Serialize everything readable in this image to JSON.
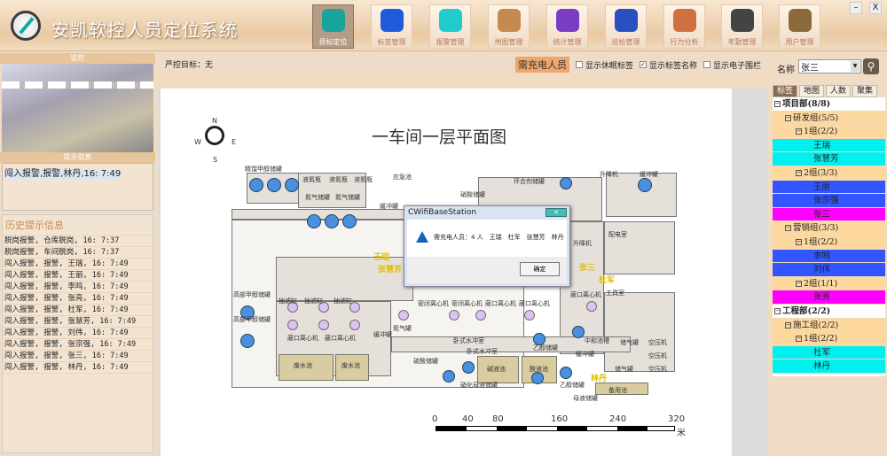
{
  "app": {
    "title": "安凯软控人员定位系统"
  },
  "nav": [
    {
      "label": "目标定位",
      "color": "#1aa39a"
    },
    {
      "label": "标签管理",
      "color": "#1e5bd8"
    },
    {
      "label": "报警管理",
      "color": "#2cc"
    },
    {
      "label": "地图管理",
      "color": "#c48a50"
    },
    {
      "label": "统计管理",
      "color": "#7a3cc4"
    },
    {
      "label": "巡检管理",
      "color": "#2a4fc0"
    },
    {
      "label": "行为分析",
      "color": "#d07040"
    },
    {
      "label": "考勤管理",
      "color": "#444"
    },
    {
      "label": "用户管理",
      "color": "#8a6a3a"
    }
  ],
  "window": {
    "min": "–",
    "close": "X"
  },
  "left": {
    "monitor_title": "监控",
    "tips_title": "提示信息",
    "tip": "闯入报警,报警,林丹,16: 7:49",
    "history_title": "历史提示信息",
    "history": [
      "脱岗报警, 仓库脱岗, 16: 7:37",
      "脱岗报警, 车间脱岗, 16: 7:37",
      "闯入报警, 报警, 王瑞, 16: 7:49",
      "闯入报警, 报警, 王丽, 16: 7:49",
      "闯入报警, 报警, 李鸣, 16: 7:49",
      "闯入报警, 报警, 张亮, 16: 7:49",
      "闯入报警, 报警, 杜军, 16: 7:49",
      "闯入报警, 报警, 张慧芳, 16: 7:49",
      "闯入报警, 报警, 刘伟, 16: 7:49",
      "闯入报警, 报警, 张宗强, 16: 7:49",
      "闯入报警, 报警, 张三, 16: 7:49",
      "闯入报警, 报警, 林丹, 16: 7:49"
    ]
  },
  "toolbar": {
    "target": "严控目标：无",
    "charge": "需充电人员",
    "opt1": "显示休眠标签",
    "opt2": "显示标签名称",
    "opt3": "显示电子围栏",
    "opt1_checked": false,
    "opt2_checked": true,
    "opt3_checked": false
  },
  "map": {
    "title": "一车间一层平面图",
    "compass": {
      "n": "N",
      "s": "S",
      "e": "E",
      "w": "W"
    },
    "labels": {
      "a": "精馏甲醇储罐",
      "b": "液氮瓶",
      "c": "液氮瓶",
      "d": "液氮瓶",
      "e": "氮气储罐",
      "f": "氮气储罐",
      "g": "应急池",
      "h": "硝酸储罐",
      "i": "环合剂储罐",
      "j": "升降机",
      "k": "缓冲罐",
      "l": "配电室",
      "m": "升降机",
      "n": "缓冲罐",
      "o": "抽滤缸",
      "p": "抽滤缸",
      "q": "抽滤缸",
      "r": "蔽口离心机",
      "s": "蔽口离心机",
      "t": "废水池",
      "u": "废水池",
      "v": "高部甲醇储罐",
      "w": "高部甲醇储罐",
      "x": "缓冲罐",
      "y": "氮气罐",
      "z": "密闭离心机",
      "aa": "密闭离心机",
      "ab": "蔽口离心机",
      "ac": "蔽口离心机",
      "ad": "蔽口离心机",
      "ae": "工具室",
      "af": "卧式水冲室",
      "ag": "卧式水冲室",
      "ah": "乙醇储罐",
      "ai": "中和池槽",
      "aj": "缓冲罐",
      "ak": "储气罐",
      "al": "空压机",
      "am": "空压机",
      "an": "储气罐",
      "ao": "空压机",
      "ap": "硫酸储罐",
      "aq": "硝化母液储罐",
      "ar": "碱液池",
      "as": "酸液池",
      "at": "乙醇储罐",
      "au": "母液储罐",
      "av": "备用池",
      "aw": "应急池",
      "ax": "缓冲罐"
    },
    "people": {
      "p1": "王瑞",
      "p2": "张慧芳",
      "p3": "张三",
      "p4": "杜军",
      "p5": "林丹"
    },
    "scale": {
      "ticks": [
        "0",
        "40",
        "80",
        "160",
        "240",
        "320"
      ],
      "unit": "米"
    }
  },
  "dialog": {
    "title": "CWifiBaseStation",
    "close": "✕",
    "message": "需充电人员：4 人　王瑞　杜军　张慧芳　林丹",
    "ok": "确定"
  },
  "right": {
    "name_label": "名称",
    "name_value": "张三",
    "search": "⚲",
    "tabs": [
      "标签",
      "地图",
      "人数",
      "聚集"
    ],
    "tree": [
      {
        "t": "项目部(8/8)",
        "lv": 0,
        "c": "#fff",
        "g": 1
      },
      {
        "t": "研发组(5/5)",
        "lv": 1,
        "c": "#fdd9a0",
        "g": 1
      },
      {
        "t": "1组(2/2)",
        "lv": 2,
        "c": "#fdd9a0",
        "g": 1
      },
      {
        "t": "王瑞",
        "lv": 3,
        "c": "#00f0f0"
      },
      {
        "t": "张慧芳",
        "lv": 3,
        "c": "#00f0f0"
      },
      {
        "t": "2组(3/3)",
        "lv": 2,
        "c": "#fdd9a0",
        "g": 1
      },
      {
        "t": "王丽",
        "lv": 3,
        "c": "#3355ff"
      },
      {
        "t": "张宗强",
        "lv": 3,
        "c": "#3355ff"
      },
      {
        "t": "张三",
        "lv": 3,
        "c": "#ff00ff"
      },
      {
        "t": "营销组(3/3)",
        "lv": 1,
        "c": "#fdd9a0",
        "g": 1
      },
      {
        "t": "1组(2/2)",
        "lv": 2,
        "c": "#fdd9a0",
        "g": 1
      },
      {
        "t": "李鸣",
        "lv": 3,
        "c": "#3355ff"
      },
      {
        "t": "刘伟",
        "lv": 3,
        "c": "#3355ff"
      },
      {
        "t": "2组(1/1)",
        "lv": 2,
        "c": "#fdd9a0",
        "g": 1
      },
      {
        "t": "张亮",
        "lv": 3,
        "c": "#ff00ff"
      },
      {
        "t": "工程部(2/2)",
        "lv": 0,
        "c": "#fff",
        "g": 1
      },
      {
        "t": "施工组(2/2)",
        "lv": 1,
        "c": "#fdd9a0",
        "g": 1
      },
      {
        "t": "1组(2/2)",
        "lv": 2,
        "c": "#fdd9a0",
        "g": 1
      },
      {
        "t": "杜军",
        "lv": 3,
        "c": "#00f0f0"
      },
      {
        "t": "林丹",
        "lv": 3,
        "c": "#00f0f0"
      }
    ]
  }
}
